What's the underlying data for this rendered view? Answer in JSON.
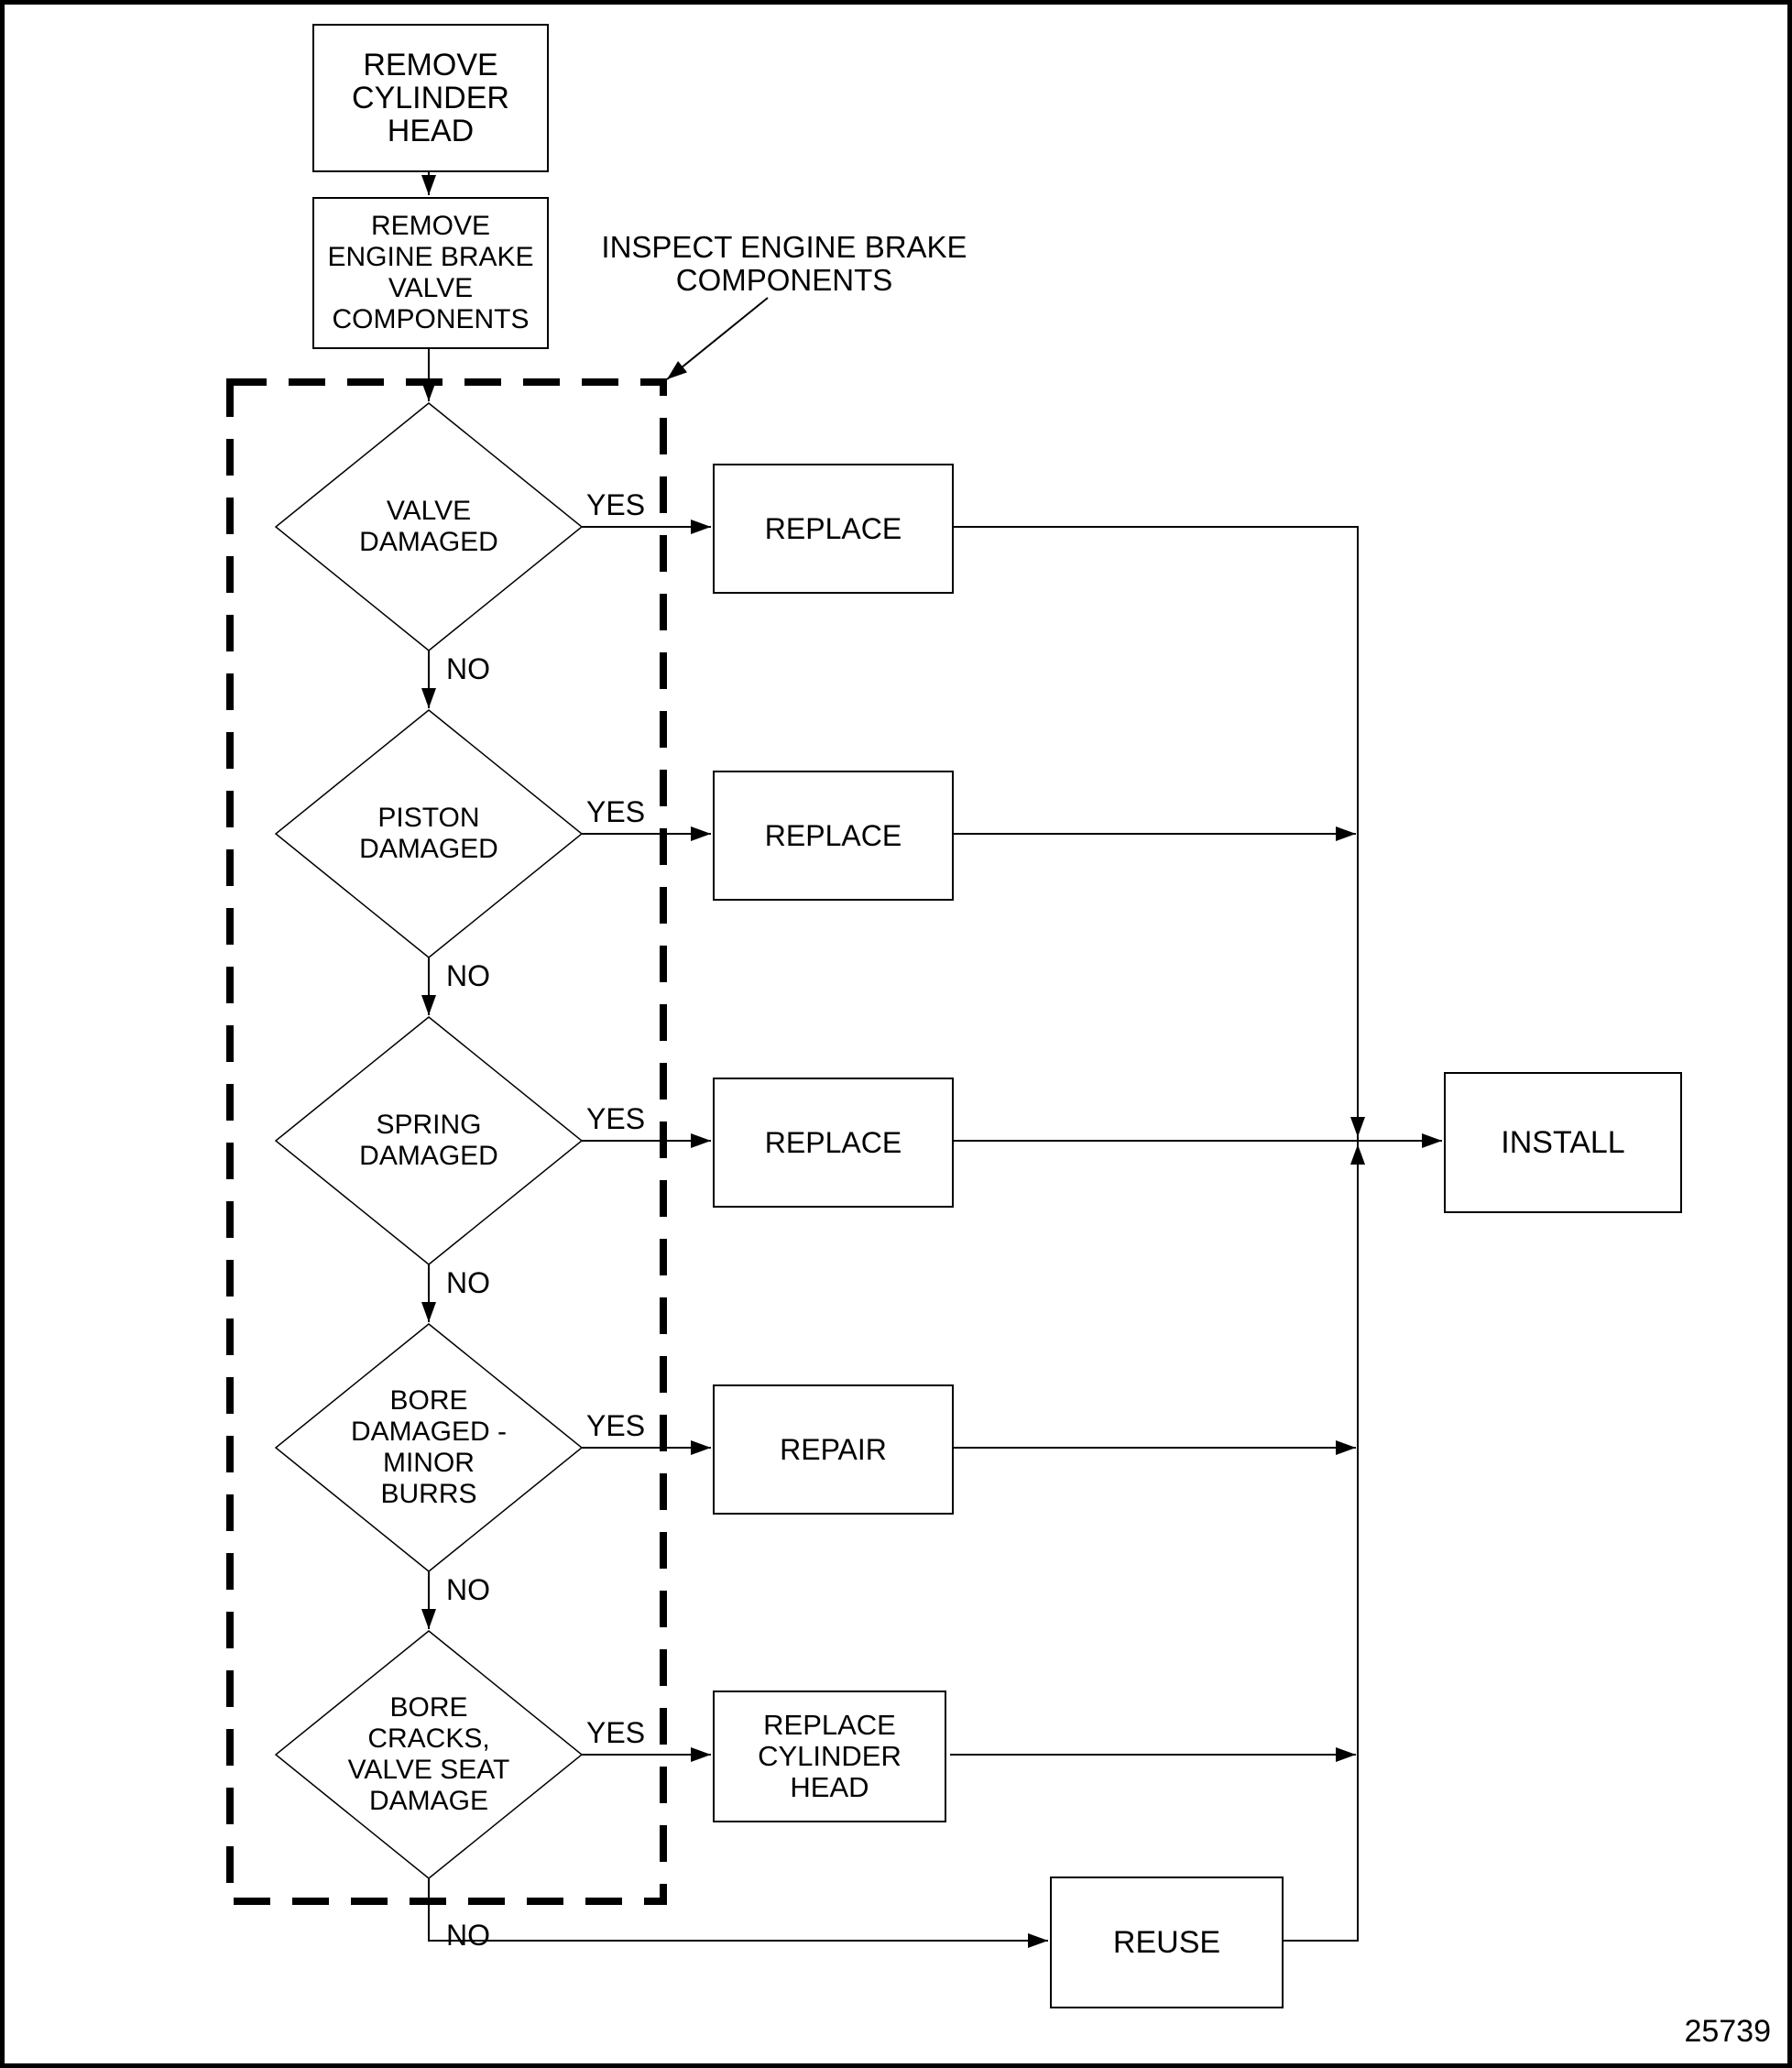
{
  "page": {
    "background_color": "#ffffff",
    "line_color": "#000000",
    "figure_number": "25739"
  },
  "flow": {
    "start": {
      "step1": "REMOVE\nCYLINDER\nHEAD",
      "step2": "REMOVE\nENGINE BRAKE\nVALVE\nCOMPONENTS"
    },
    "inspect_note": "INSPECT ENGINE BRAKE\nCOMPONENTS",
    "decisions": [
      {
        "condition": "VALVE\nDAMAGED",
        "yes_label": "YES",
        "no_label": "NO",
        "action": "REPLACE"
      },
      {
        "condition": "PISTON\nDAMAGED",
        "yes_label": "YES",
        "no_label": "NO",
        "action": "REPLACE"
      },
      {
        "condition": "SPRING\nDAMAGED",
        "yes_label": "YES",
        "no_label": "NO",
        "action": "REPLACE"
      },
      {
        "condition": "BORE\nDAMAGED -\nMINOR\nBURRS",
        "yes_label": "YES",
        "no_label": "NO",
        "action": "REPAIR"
      },
      {
        "condition": "BORE\nCRACKS,\nVALVE SEAT\nDAMAGE",
        "yes_label": "YES",
        "no_label": "NO",
        "action": "REPLACE\nCYLINDER\nHEAD"
      }
    ],
    "terminal": {
      "install": "INSTALL",
      "reuse": "REUSE"
    }
  }
}
